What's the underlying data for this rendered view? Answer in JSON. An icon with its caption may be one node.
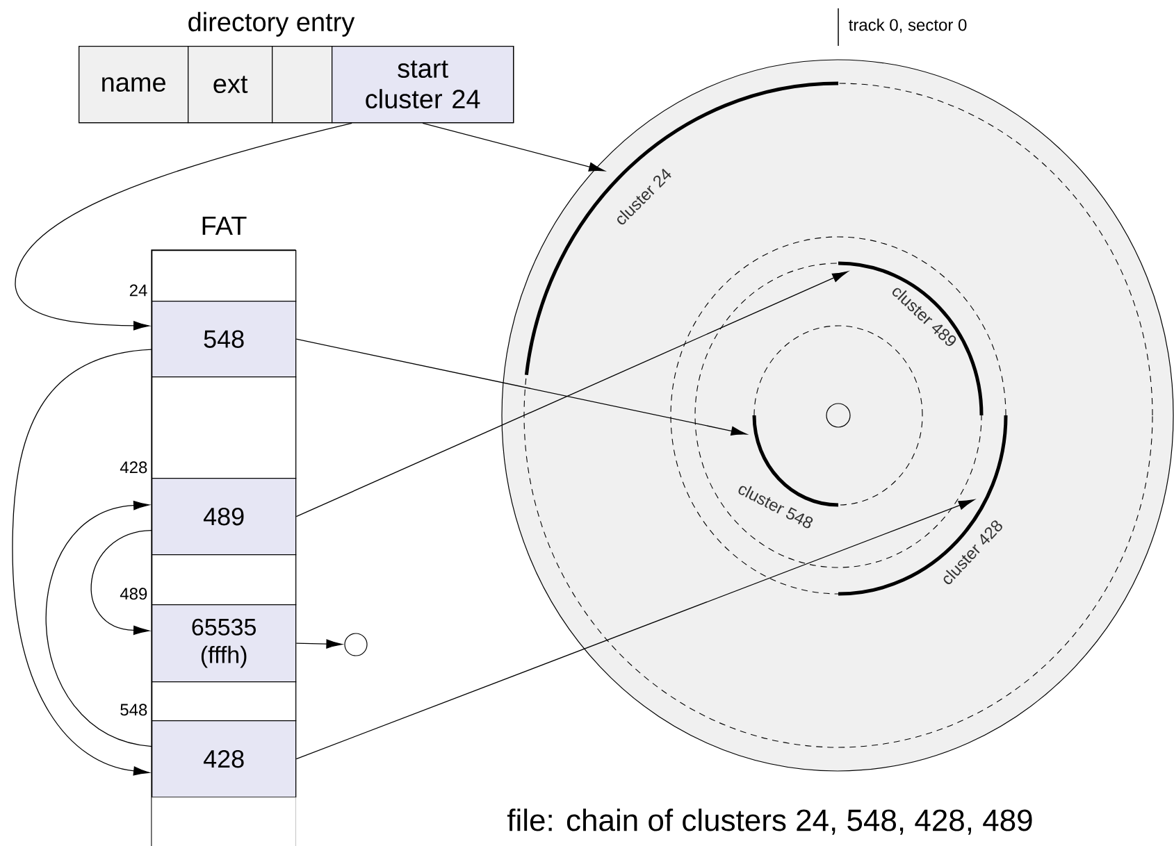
{
  "diagram": {
    "caption": "file: chain of clusters 24, 548, 428, 489",
    "nodes": [
      {
        "text": [
          "directory entry"
        ]
      },
      {
        "text": [
          "name"
        ],
        "in": 0
      },
      {
        "text": [
          "ext"
        ],
        "in": 0
      },
      {
        "text": [],
        "shape": "box",
        "in": 0
      },
      {
        "text": [
          "start cluster 24"
        ],
        "in": 0
      },
      {
        "text": [
          "FAT"
        ]
      },
      {
        "text": [],
        "shape": "box",
        "in": 5
      },
      {
        "text": [
          "548"
        ],
        "beside": [
          "24"
        ],
        "in": 5
      },
      {
        "text": [],
        "shape": "box",
        "in": 5
      },
      {
        "text": [
          "489"
        ],
        "beside": [
          "428"
        ],
        "in": 5
      },
      {
        "text": [],
        "shape": "box",
        "in": 5
      },
      {
        "text": [
          "65535 (fffh)"
        ],
        "beside": [
          "489"
        ],
        "in": 5
      },
      {
        "text": [],
        "shape": "box",
        "in": 5
      },
      {
        "text": [
          "428"
        ],
        "beside": [
          "548"
        ],
        "in": 5
      },
      {
        "text": [],
        "shape": "box",
        "in": 5
      },
      {
        "text": [],
        "shape": "circle"
      },
      {
        "text": [],
        "shape": "circle"
      },
      {
        "text": [
          "cluster 24"
        ],
        "in": 16
      },
      {
        "text": [
          "cluster 489"
        ],
        "in": 16
      },
      {
        "text": [
          "cluster 548"
        ],
        "in": 16
      },
      {
        "text": [
          "cluster 428"
        ],
        "in": 16
      }
    ],
    "edges": [
      {
        "from": 4,
        "to": 17,
        "arrow": "to"
      },
      {
        "from": 4,
        "to": 7,
        "arrow": "to"
      },
      {
        "from": 7,
        "to": 19,
        "arrow": "to"
      },
      {
        "from": 7,
        "to": 13,
        "arrow": "to"
      },
      {
        "from": 9,
        "to": 18,
        "arrow": "to"
      },
      {
        "from": 9,
        "to": 11,
        "arrow": "to"
      },
      {
        "from": 11,
        "to": 15,
        "arrow": "to"
      },
      {
        "from": 13,
        "to": 20,
        "arrow": "to"
      },
      {
        "from": 13,
        "to": 9,
        "arrow": "to"
      }
    ],
    "labels": [
      "track 0, sector 0"
    ]
  }
}
